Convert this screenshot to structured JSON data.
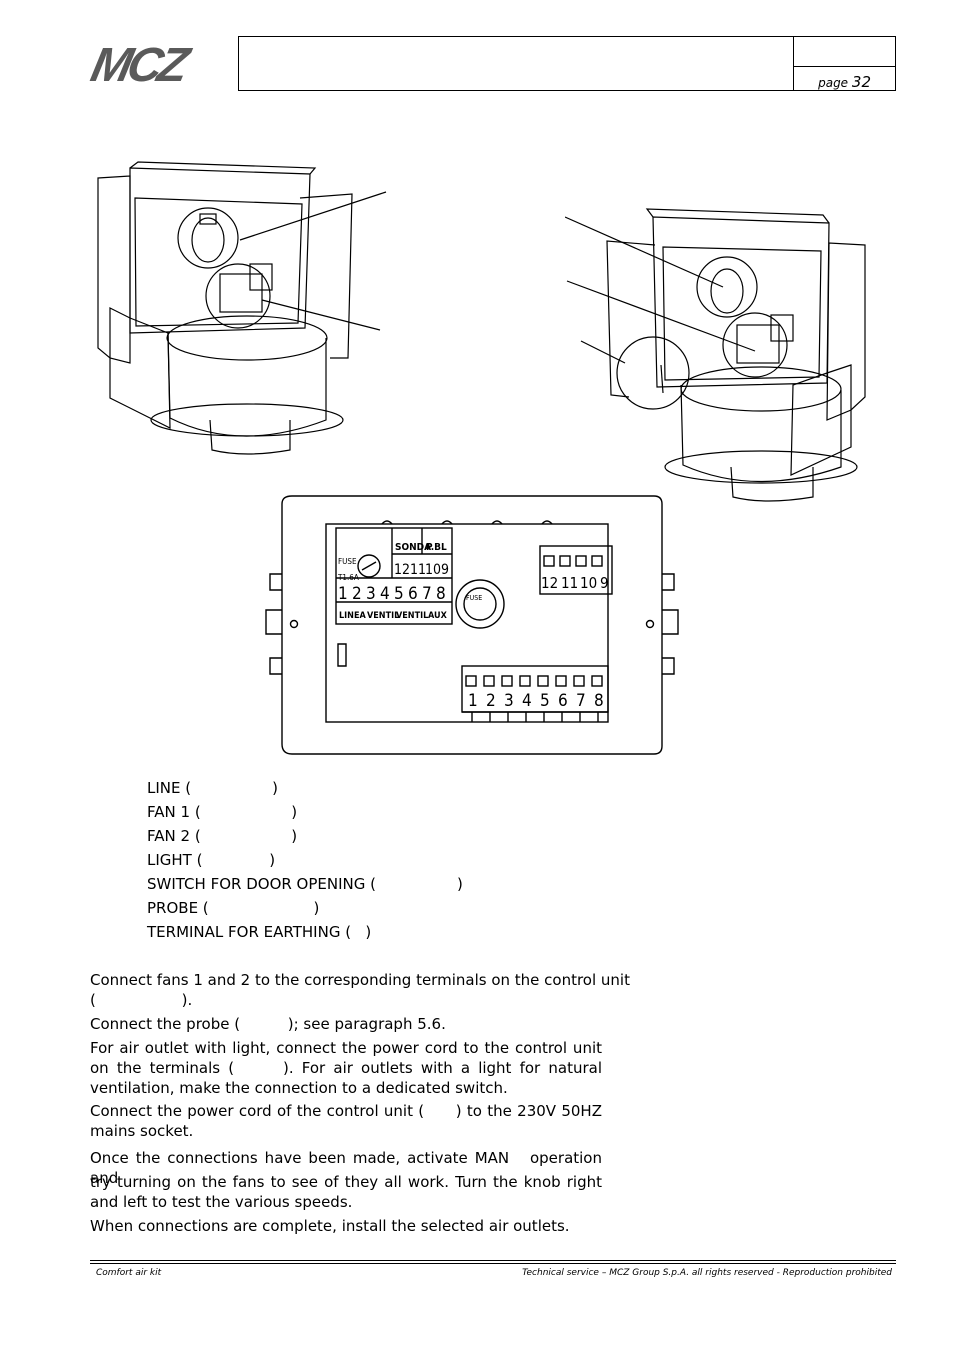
{
  "header": {
    "logo": "MCZ",
    "page_prefix": "page",
    "page_number": "32"
  },
  "diagram": {
    "terminal_labels_top": [
      "SONDA",
      "P.BL"
    ],
    "terminal_numbers_top": [
      "12",
      "11",
      "10",
      "9"
    ],
    "fuse_label": "FUSE",
    "fuse_rating": "T1.6A",
    "terminal_numbers_main": [
      "1",
      "2",
      "3",
      "4",
      "5",
      "6",
      "7",
      "8"
    ],
    "terminal_labels_bottom": [
      "LINEA",
      "VENTIL",
      "VENTIL",
      "AUX"
    ],
    "right_block_numbers": [
      "12",
      "11",
      "10",
      "9"
    ],
    "bottom_block_numbers": [
      "1",
      "2",
      "3",
      "4",
      "5",
      "6",
      "7",
      "8"
    ],
    "fuse_holder_text": "FUSE"
  },
  "legend": {
    "items": [
      "LINE (                 )",
      "FAN 1 (                   )",
      "FAN 2 (                   )",
      "LIGHT (              )",
      "SWITCH FOR DOOR OPENING (                 )",
      "PROBE (                      )",
      "TERMINAL FOR EARTHING (   )"
    ]
  },
  "paragraphs": {
    "p1_line1": "Connect fans 1 and 2 to the corresponding terminals on the control unit",
    "p1_line2": "(                  ).",
    "p2": "Connect the probe (          ); see paragraph 5.6.",
    "p3": "For air outlet with light, connect the power cord to the control unit on the terminals (      ). For air outlets with a light for natural ventilation, make the connection to a dedicated switch.",
    "p4": "Connect the power cord of the control unit (      ) to the 230V 50HZ mains socket.",
    "p5a": "Once the connections have been made, activate MAN   operation and",
    "p5b": "try turning on the fans to see of they all work. Turn the knob right and left to test the various speeds.",
    "p6": "When connections are complete, install the selected air outlets."
  },
  "footer": {
    "left": "Comfort air kit",
    "right": "Technical service – MCZ Group S.p.A. all rights reserved - Reproduction prohibited"
  }
}
